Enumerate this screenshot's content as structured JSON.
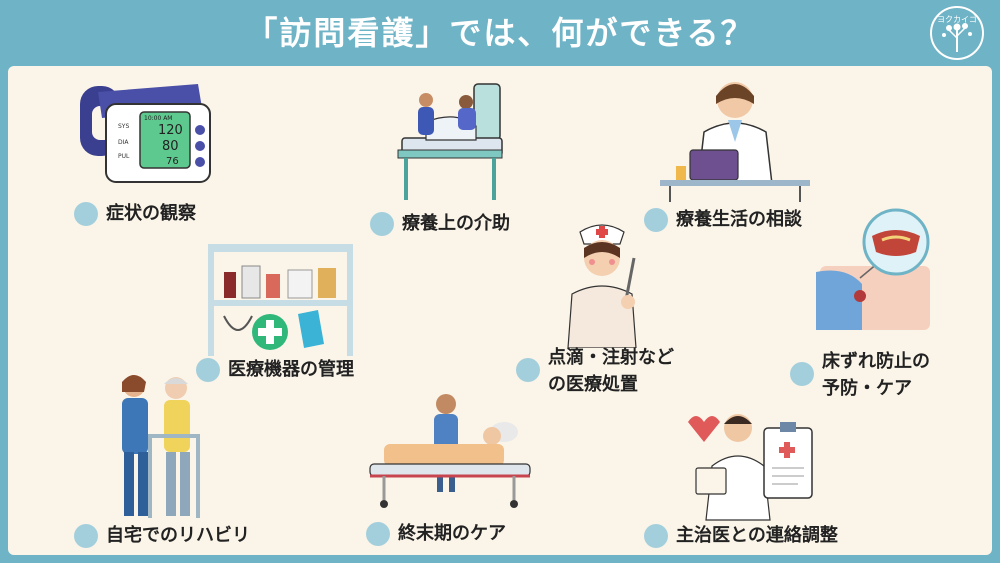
{
  "header": {
    "title": "「訪問看護」では、何ができる？",
    "logo_text": "ヨクカイゴ"
  },
  "colors": {
    "frame": "#6fb3c6",
    "panel": "#fbf5e9",
    "dot": "#a3cfdc"
  },
  "items": [
    {
      "label": "症状の観察"
    },
    {
      "label": "療養上の介助"
    },
    {
      "label": "療養生活の相談"
    },
    {
      "label": "医療機器の管理"
    },
    {
      "line1": "点滴・注射など",
      "line2": "の医療処置"
    },
    {
      "line1": "床ずれ防止の",
      "line2": "予防・ケア"
    },
    {
      "label": "自宅でのリハビリ"
    },
    {
      "label": "終末期のケア"
    },
    {
      "label": "主治医との連絡調整"
    }
  ],
  "bp_monitor": {
    "row1": "SYS",
    "row2": "DIA",
    "row3": "PUL",
    "v1": "120",
    "v2": "80",
    "v3": "76",
    "time": "10:00 AM"
  }
}
